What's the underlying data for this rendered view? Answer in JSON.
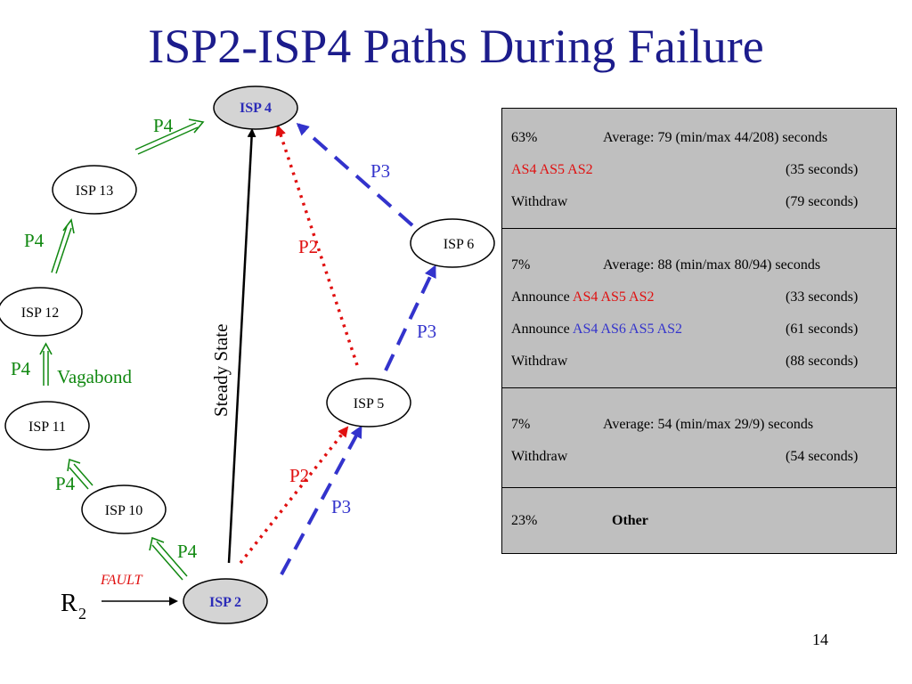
{
  "title": "ISP2-ISP4 Paths During Failure",
  "page_number": "14",
  "nodes": {
    "isp4": "ISP 4",
    "isp13": "ISP 13",
    "isp12": "ISP 12",
    "isp11": "ISP 11",
    "isp10": "ISP 10",
    "isp6": "ISP 6",
    "isp5": "ISP 5",
    "isp2": "ISP 2"
  },
  "labels": {
    "p4": "P4",
    "p3": "P3",
    "p2": "P2",
    "vagabond": "Vagabond",
    "steady_state": "Steady State",
    "fault": "FAULT",
    "r": "R",
    "r_sub": "2"
  },
  "colors": {
    "title": "#1c1c8c",
    "p4_green": "#118811",
    "p3_blue": "#3333cc",
    "p2_red": "#e01010",
    "node_fill_gray": "#d4d4d4",
    "table_bg": "#bfbfbf"
  },
  "table": {
    "group1": {
      "pct": "63%",
      "avg": "Average: 79  (min/max 44/208) seconds",
      "row1_path": "AS4 AS5 AS2",
      "row1_time": "(35 seconds)",
      "row2_label": "Withdraw",
      "row2_time": "(79 seconds)"
    },
    "group2": {
      "pct": "7%",
      "avg": "Average: 88 (min/max 80/94) seconds",
      "row1_announce": "Announce",
      "row1_path": "AS4 AS5 AS2",
      "row1_time": "(33 seconds)",
      "row2_announce": "Announce",
      "row2_path": "AS4 AS6 AS5 AS2",
      "row2_time": "(61 seconds)",
      "row3_label": "Withdraw",
      "row3_time": "(88 seconds)"
    },
    "group3": {
      "pct": "7%",
      "avg": "Average: 54 (min/max 29/9) seconds",
      "row1_label": "Withdraw",
      "row1_time": "(54 seconds)"
    },
    "group4": {
      "pct": "23%",
      "label": "Other"
    }
  }
}
